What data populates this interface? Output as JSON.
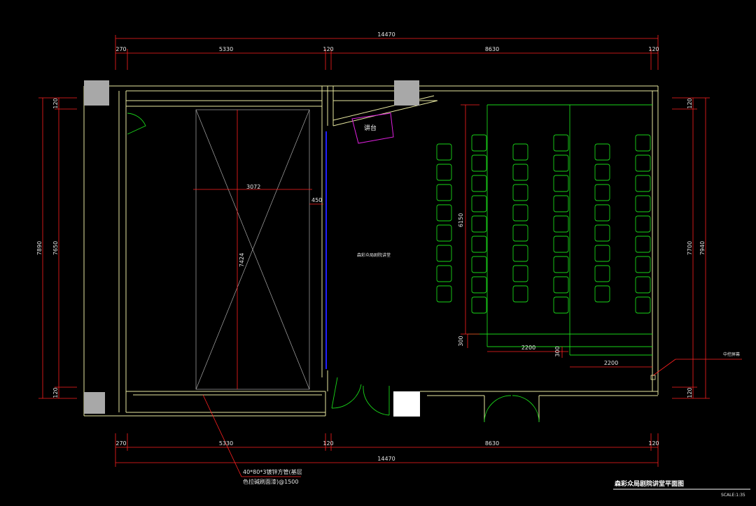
{
  "drawing": {
    "title": "森彩众局剧院讲堂平面图",
    "scale": "SCALE:1:35",
    "room_label": "森彩众局剧院讲堂",
    "podium_label": "讲台",
    "screen_label": "中控屏幕",
    "note_line1": "40*80*3镀锌方管(基层",
    "note_line2": "色拉碱刷面漆)@1500"
  },
  "dims": {
    "top_total": "14470",
    "top_a": "270",
    "top_b": "5330",
    "top_c": "120",
    "top_d": "8630",
    "top_e": "120",
    "bottom_total": "14470",
    "bottom_a": "270",
    "bottom_b": "5330",
    "bottom_c": "120",
    "bottom_d": "8630",
    "bottom_e": "120",
    "left_outer": "7890",
    "left_inner": "7650",
    "left_top": "120",
    "left_bottom": "120",
    "right_outer": "7940",
    "right_inner": "7700",
    "right_top": "120",
    "right_bottom": "120",
    "stage_width": "3072",
    "stage_gap": "450",
    "stage_height": "7424",
    "seats_height": "6150",
    "seats_gap1": "300",
    "seats_gap2": "300",
    "aisle1": "2200",
    "aisle2": "2200"
  },
  "colors": {
    "wall": "#e8e8a0",
    "dimension": "#ff2020",
    "seat": "#19d419",
    "podium": "#e020e0",
    "screen": "#2020ff",
    "column": "#a8a8a8"
  }
}
